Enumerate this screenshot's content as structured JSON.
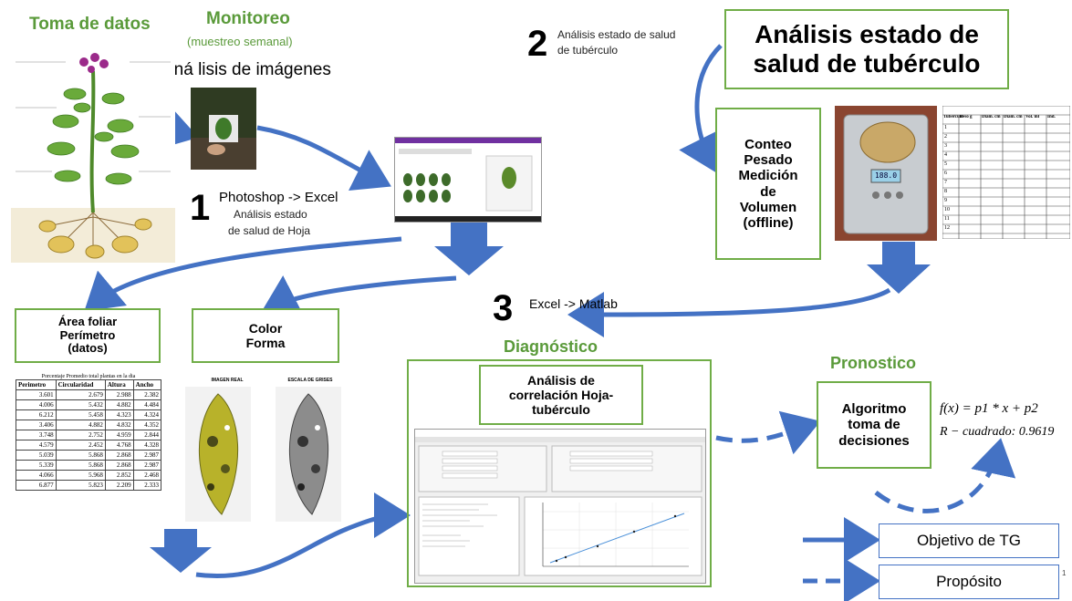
{
  "titles": {
    "toma_datos": "Toma de datos",
    "monitoreo": "Monitoreo",
    "muestreo": "(muestreo semanal)",
    "analisis_imagenes": "Aná lisis de imágenes",
    "diagnostico": "Diagnóstico",
    "pronostico": "Pronostico"
  },
  "step1": {
    "number": "1",
    "line1": "Photoshop -> Excel",
    "line2": "Análisis estado",
    "line3": "de salud de Hoja"
  },
  "step2": {
    "number": "2",
    "line1": "Análisis estado de salud",
    "line2": "de tubérculo"
  },
  "step3": {
    "number": "3",
    "label": "Excel -> Matlab"
  },
  "boxes": {
    "tuberculo_title_l1": "Análisis estado de",
    "tuberculo_title_l2": "salud de tubérculo",
    "conteo": [
      "Conteo",
      "Pesado",
      "Medición",
      "de",
      "Volumen",
      "(offline)"
    ],
    "area_foliar": [
      "Área foliar",
      "Perímetro",
      "(datos)"
    ],
    "color_forma": [
      "Color",
      "Forma"
    ],
    "correlacion": [
      "Análisis de",
      "correlación Hoja-",
      "tubérculo"
    ],
    "algoritmo": [
      "Algoritmo",
      "toma de",
      "decisiones"
    ]
  },
  "leaf_labels": {
    "real": "IMAGEN REAL",
    "grises": "ESCALA DE GRISES"
  },
  "formula": {
    "line1": "f(x) = p1 * x + p2",
    "line2": "R − cuadrado: 0.9619"
  },
  "legend": {
    "objetivo": "Objetivo de TG",
    "proposito": "Propósito"
  },
  "page_number": "1",
  "leaf_table": {
    "title": "Porcentaje Promedio total plantas en la dia",
    "headers": [
      "Perimetro",
      "Circularidad",
      "Altura",
      "Ancho"
    ],
    "rows": [
      [
        "3.601",
        "2.679",
        "2.988",
        "2.382"
      ],
      [
        "4.006",
        "5.432",
        "4.882",
        "4.484"
      ],
      [
        "6.212",
        "5.458",
        "4.323",
        "4.324"
      ],
      [
        "3.406",
        "4.882",
        "4.832",
        "4.352"
      ],
      [
        "3.748",
        "2.752",
        "4.959",
        "2.844"
      ],
      [
        "4.579",
        "2.452",
        "4.768",
        "4.328"
      ],
      [
        "5.039",
        "5.868",
        "2.868",
        "2.987"
      ],
      [
        "5.339",
        "5.868",
        "2.868",
        "2.987"
      ],
      [
        "4.066",
        "5.968",
        "2.852",
        "2.468"
      ],
      [
        "6.877",
        "5.823",
        "2.209",
        "2.333"
      ]
    ]
  },
  "tuber_table": {
    "headers": [
      "Tubérculo",
      "Peso g",
      "Diam. cm",
      "Diam. cm",
      "Vol. ml",
      "Ind."
    ],
    "rows": [
      [
        "1",
        "",
        "",
        "",
        "",
        ""
      ],
      [
        "2",
        "",
        "",
        "",
        "",
        ""
      ],
      [
        "3",
        "",
        "",
        "",
        "",
        ""
      ],
      [
        "4",
        "",
        "",
        "",
        "",
        ""
      ],
      [
        "5",
        "",
        "",
        "",
        "",
        ""
      ],
      [
        "6",
        "",
        "",
        "",
        "",
        ""
      ],
      [
        "7",
        "",
        "",
        "",
        "",
        ""
      ],
      [
        "8",
        "",
        "",
        "",
        "",
        ""
      ],
      [
        "9",
        "",
        "",
        "",
        "",
        ""
      ],
      [
        "10",
        "",
        "",
        "",
        "",
        ""
      ],
      [
        "11",
        "",
        "",
        "",
        "",
        ""
      ],
      [
        "12",
        "",
        "",
        "",
        "",
        ""
      ]
    ]
  },
  "scale_display": "188.0",
  "colors": {
    "arrow": "#4472c4",
    "box_border": "#70ad47",
    "title_green": "#5a9a3a"
  }
}
